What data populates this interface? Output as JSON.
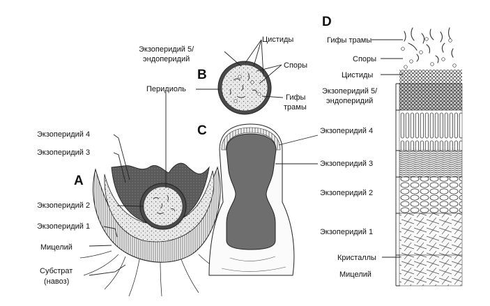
{
  "panels": {
    "a": "A",
    "b": "B",
    "c": "C",
    "d": "D"
  },
  "labels_a": {
    "exo4": "Экзоперидий 4",
    "exo3": "Экзоперидий 3",
    "exo2": "Экзоперидий 2",
    "exo1": "Экзоперидий 1",
    "mycelium": "Мицелий",
    "substrate_1": "Субстрат",
    "substrate_2": "(навоз)"
  },
  "labels_b": {
    "exo5_1": "Экзоперидий 5/",
    "exo5_2": "эндоперидий",
    "cystidia": "Цистиды",
    "spores": "Споры",
    "trama_1": "Гифы",
    "trama_2": "трамы",
    "peridiole": "Перидиоль"
  },
  "labels_d": {
    "trama": "Гифы трамы",
    "spores": "Споры",
    "cystidia": "Цистиды",
    "exo5_1": "Экзоперидий 5/",
    "exo5_2": "эндоперидий",
    "exo4": "Экзоперидий 4",
    "exo3": "Экзоперидий 3",
    "exo2": "Экзоперидий 2",
    "exo1": "Экзоперидий 1",
    "crystals": "Кристаллы",
    "mycelium": "Мицелий"
  }
}
